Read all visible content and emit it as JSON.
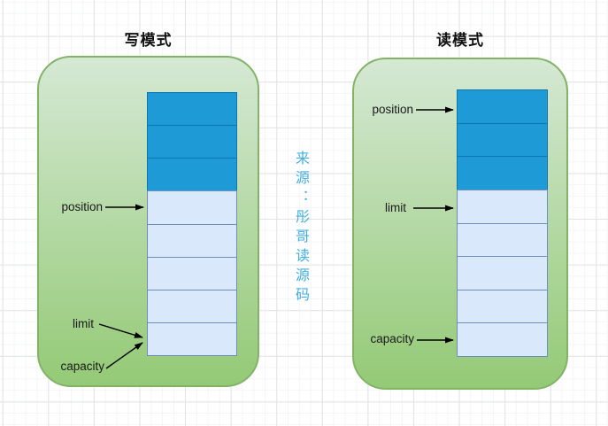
{
  "watermark": {
    "text": "来源：彤哥读源码"
  },
  "diagrams": [
    {
      "id": "write-mode",
      "title": "写模式",
      "buffer": {
        "total_cells": 8,
        "filled_cells": 3,
        "empty_cells": 5
      },
      "pointers": [
        {
          "label": "position",
          "points_to_cell": 4
        },
        {
          "label": "limit",
          "points_to_cell": 8
        },
        {
          "label": "capacity",
          "points_to_cell": 8
        }
      ]
    },
    {
      "id": "read-mode",
      "title": "读模式",
      "buffer": {
        "total_cells": 8,
        "filled_cells": 3,
        "empty_cells": 5
      },
      "pointers": [
        {
          "label": "position",
          "points_to_cell": 1
        },
        {
          "label": "limit",
          "points_to_cell": 4
        },
        {
          "label": "capacity",
          "points_to_cell": 8
        }
      ]
    }
  ],
  "colors": {
    "filled_cell": "#1e9bd7",
    "filled_cell_border": "#0e76ae",
    "empty_cell": "#dae8fc",
    "empty_cell_border": "#6c8ebf",
    "container_gradient_top": "#d5e8d4",
    "container_gradient_bottom": "#94ca76",
    "container_border": "#82b366",
    "watermark": "#41afe0",
    "label_text": "#1a1a1a",
    "arrow": "#000000"
  }
}
